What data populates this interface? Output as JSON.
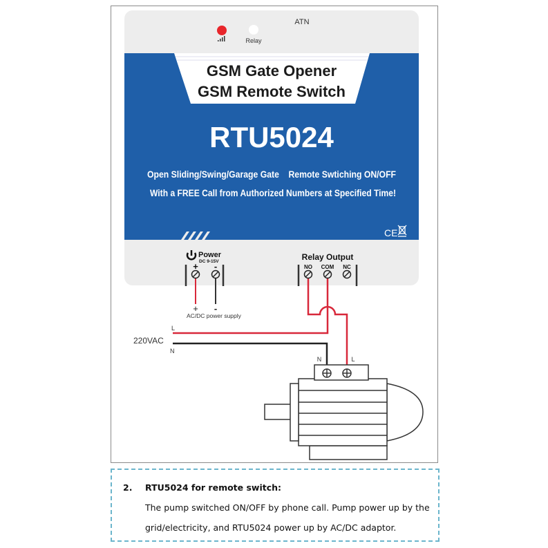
{
  "device": {
    "atn_label": "ATN",
    "relay_led_label": "Relay",
    "title_line1": "GSM Gate Opener",
    "title_line2": "GSM Remote Switch",
    "model": "RTU5024",
    "tagline1": "Open Sliding/Swing/Garage Gate    Remote Swtiching ON/OFF",
    "tagline2": "With a FREE Call from Authorized Numbers at Specified Time!",
    "cert_marks": "CE",
    "power_label": "Power",
    "power_spec": "DC 9-15V",
    "power_plus": "+",
    "power_minus": "-",
    "relay_output_label": "Relay Output",
    "relay_terminals": [
      "NO",
      "COM",
      "NC"
    ],
    "colors": {
      "blue": "#1f5fa9",
      "body": "#ededed",
      "wire_red": "#d8283a",
      "led_red": "#e8262b"
    }
  },
  "wiring": {
    "supply_plus": "+",
    "supply_minus": "-",
    "supply_label": "AC/DC power supply",
    "mains_label": "220VAC",
    "line_label": "L",
    "neutral_label": "N",
    "motor_n": "N",
    "motor_l": "L"
  },
  "note": {
    "number": "2.",
    "heading": "RTU5024 for remote switch:",
    "line1": "The pump switched ON/OFF by phone call. Pump power up by the",
    "line2": "grid/electricity, and RTU5024 power up by AC/DC adaptor."
  }
}
